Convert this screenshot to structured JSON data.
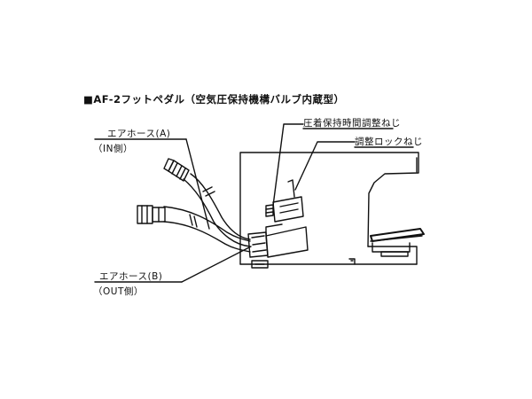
{
  "diagram": {
    "title": "■AF-2フットペダル（空気圧保持機構バルブ内蔵型）",
    "labels": {
      "hose_a": "エアホース(A)",
      "hose_a_side": "（IN側）",
      "hose_b": "エアホース(B)",
      "hose_b_side": "（OUT側）",
      "timing_screw": "圧着保持時間調整ねじ",
      "lock_screw": "調整ロックねじ"
    },
    "colors": {
      "line": "#111111",
      "background": "#ffffff"
    }
  }
}
